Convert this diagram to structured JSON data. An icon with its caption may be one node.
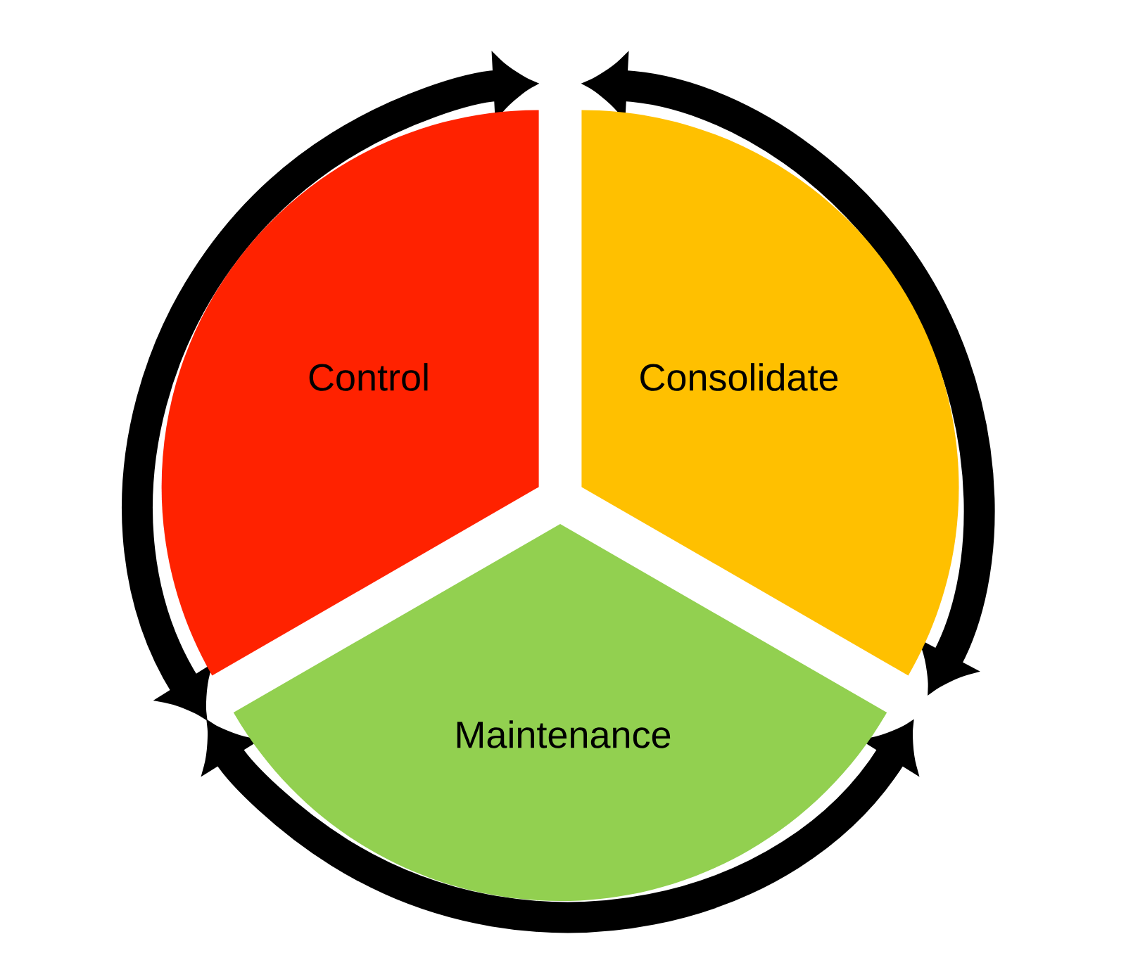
{
  "diagram": {
    "nodes": [
      {
        "text": [
          "Control"
        ]
      },
      {
        "text": [
          "Consolidate"
        ]
      },
      {
        "text": [
          "Maintenance"
        ]
      }
    ]
  }
}
